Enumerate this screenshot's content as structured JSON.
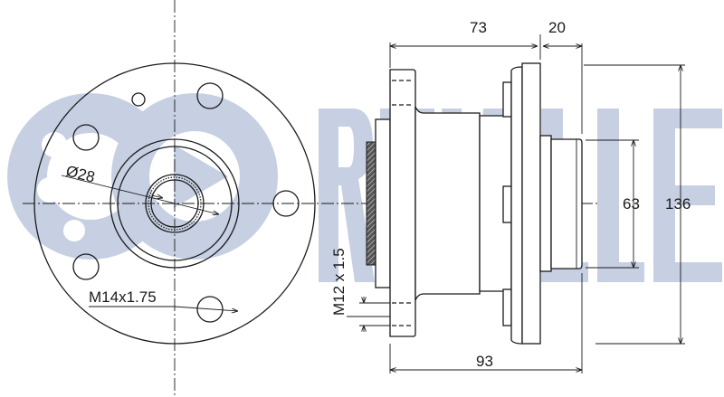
{
  "watermark": {
    "brand": "RUVILLE",
    "color": "#c6d0e2"
  },
  "front_view": {
    "bore_label": "Ø28",
    "stud_thread_label": "M14x1.75"
  },
  "side_view": {
    "thread_label": "M12 x 1.5",
    "dim_flange_to_flange": "73",
    "dim_pilot_length": "20",
    "dim_overall_length": "93",
    "dim_pilot_diameter": "63",
    "dim_flange_diameter": "136"
  },
  "colors": {
    "line": "#1a1a1a",
    "background": "#ffffff"
  }
}
